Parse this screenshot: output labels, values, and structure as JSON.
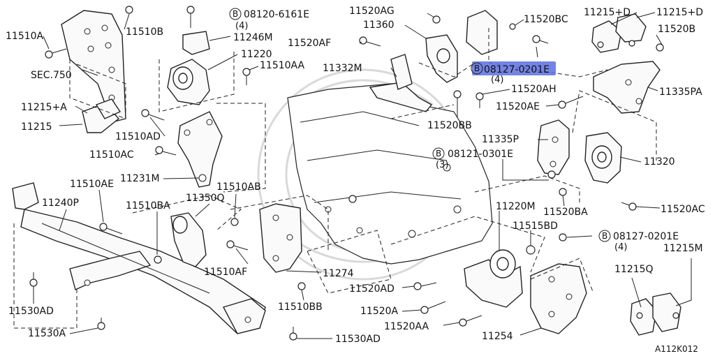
{
  "labels": {
    "p11510A": "11510A",
    "p11510B": "11510B",
    "bolt08120": "08120-6161E",
    "qty4a": "(4)",
    "p11246M": "11246M",
    "p11220": "11220",
    "p11510AA": "11510AA",
    "sec750": "SEC.750",
    "p11215A": "11215+A",
    "p11215": "11215",
    "p11510AD": "11510AD",
    "p11510AC": "11510AC",
    "p11231M": "11231M",
    "p11520AG": "11520AG",
    "p11360": "11360",
    "p11520AF": "11520AF",
    "p11332M": "11332M",
    "p11520BC": "11520BC",
    "bolt08127a": "08127-0201E",
    "qty4b": "(4)",
    "p11520AH": "11520AH",
    "p11520AE": "11520AE",
    "p11520BB": "11520BB",
    "p11215D1": "11215+D",
    "p11215D2": "11215+D",
    "p11520B": "11520B",
    "p11335PA": "11335PA",
    "p11335P": "11335P",
    "bolt08121": "08121-0301E",
    "qty3": "(3)",
    "p11320": "11320",
    "p11520BA": "11520BA",
    "p11520AC": "11520AC",
    "p11240P": "11240P",
    "p11510AE": "11510AE",
    "p11510BA": "11510BA",
    "p11350Q": "11350Q",
    "p11510AB": "11510AB",
    "p11510AF": "11510AF",
    "p11274": "11274",
    "p11510BB": "11510BB",
    "p11220M": "11220M",
    "p11515BD": "11515BD",
    "bolt08127b": "08127-0201E",
    "qty4c": "(4)",
    "p11215M": "11215M",
    "p11215Q": "11215Q",
    "p11530AD1": "11530AD",
    "p11530A": "11530A",
    "p11520AD": "11520AD",
    "p11520A": "11520A",
    "p11520AA": "11520AA",
    "p11530AD2": "11530AD",
    "p11254": "11254",
    "diagram_code": "A112K012"
  },
  "bolt_prefix": "B",
  "highlight_color": "#5b6ee1"
}
